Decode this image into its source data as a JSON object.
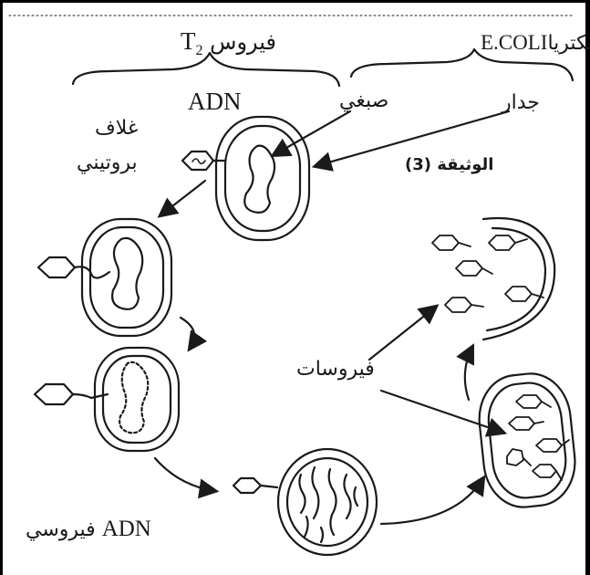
{
  "document": {
    "title": "الوثيقة (3)",
    "bacteria_heading": "بكتريا",
    "bacteria_name": "E.COLI",
    "virus_heading_ar": "فيروس",
    "virus_name": "T",
    "virus_subscript": "2",
    "labels": {
      "adn": "ADN",
      "protein_coat_line1": "غلاف",
      "protein_coat_line2": "بروتيني",
      "chromosome": "صبغي",
      "wall": "جدار",
      "viruses": "فيروسات",
      "viral_adn_latin": "ADN",
      "viral_adn_ar": "فيروسي"
    }
  },
  "colors": {
    "ink": "#1a1a1a",
    "background": "#ffffff"
  }
}
